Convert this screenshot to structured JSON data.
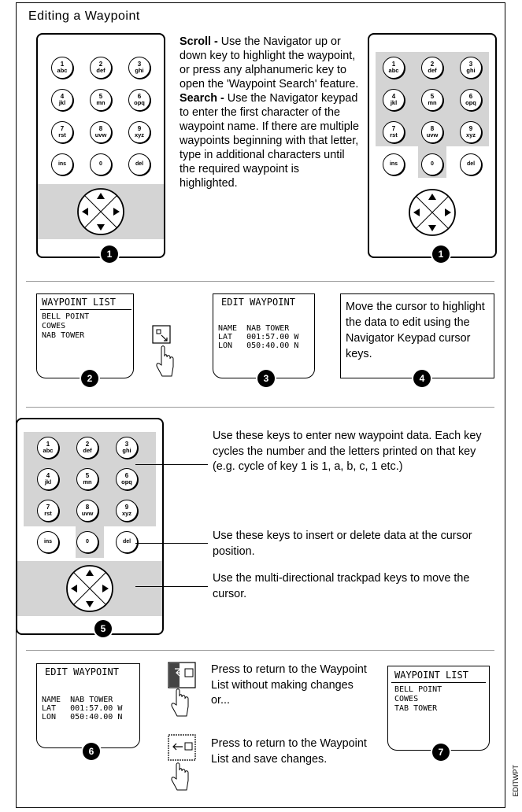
{
  "title": "Editing a Waypoint",
  "scroll_heading": "Scroll -",
  "scroll_text": " Use the Navigator up or down key to highlight the waypoint, or press any alphanumeric key to open the 'Waypoint Search' feature.",
  "search_heading": "Search -",
  "search_text": " Use the Navigator keypad to enter the first character of the waypoint name. If there are multiple waypoints beginning with that letter, type in additional characters until the required waypoint is highlighted.",
  "keys": [
    {
      "n": "1",
      "l": "abc"
    },
    {
      "n": "2",
      "l": "def"
    },
    {
      "n": "3",
      "l": "ghi"
    },
    {
      "n": "4",
      "l": "jkl"
    },
    {
      "n": "5",
      "l": "mn"
    },
    {
      "n": "6",
      "l": "opq"
    },
    {
      "n": "7",
      "l": "rst"
    },
    {
      "n": "8",
      "l": "uvw"
    },
    {
      "n": "9",
      "l": "xyz"
    }
  ],
  "key_ins": "ins",
  "key_0": "0",
  "key_del": "del",
  "steps": [
    "1",
    "2",
    "3",
    "4",
    "5",
    "6",
    "7"
  ],
  "waypoint_list": {
    "title": "WAYPOINT LIST",
    "items": [
      "BELL POINT",
      "COWES",
      "NAB TOWER"
    ]
  },
  "waypoint_list_final": {
    "title": "WAYPOINT LIST",
    "items": [
      "BELL POINT",
      "COWES",
      "TAB TOWER"
    ]
  },
  "edit_waypoint": {
    "title": "EDIT WAYPOINT",
    "rows": [
      "NAME  NAB TOWER",
      "LAT   001:57.00 W",
      "LON   050:40.00 N"
    ]
  },
  "step4_text": "Move the cursor to highlight the data to edit using the Navigator Keypad cursor keys.",
  "callout_keys": "Use these keys to enter new waypoint data. Each key cycles the number and the letters printed on that key (e.g. cycle of key 1 is 1, a, b, c, 1 etc.)",
  "callout_insdel": "Use these keys to insert or delete data at the cursor position.",
  "callout_trackpad": "Use the multi-directional trackpad keys to move the cursor.",
  "press_cancel": "Press to return to the Waypoint List without making changes or...",
  "press_save": "Press to return to the Waypoint List and save changes.",
  "side_label": "EDITWPT",
  "icons": [
    "hand-press-icon",
    "enter-key-icon",
    "escape-key-icon",
    "arrow-up-icon",
    "arrow-down-icon",
    "arrow-left-icon",
    "arrow-right-icon"
  ]
}
